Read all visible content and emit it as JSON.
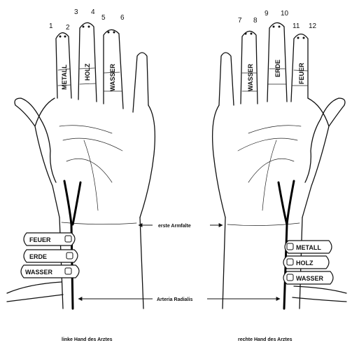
{
  "left_hand": {
    "caption": "linke Hand des Arztes",
    "finger_labels": [
      "METALL",
      "HOLZ",
      "WASSER"
    ],
    "finger_numbers": [
      "1",
      "2",
      "3",
      "4",
      "5",
      "6"
    ],
    "pulse_fingers": [
      "FEUER",
      "ERDE",
      "WASSER"
    ]
  },
  "right_hand": {
    "caption": "rechte Hand des Arztes",
    "finger_labels": [
      "WASSER",
      "ERDE",
      "FEUER"
    ],
    "finger_numbers": [
      "7",
      "8",
      "9",
      "10",
      "11",
      "12"
    ],
    "pulse_fingers": [
      "METALL",
      "HOLZ",
      "WASSER"
    ]
  },
  "annotations": {
    "wrist_fold": "erste   Armfalte",
    "radial_artery": "Arteria Radialis"
  }
}
